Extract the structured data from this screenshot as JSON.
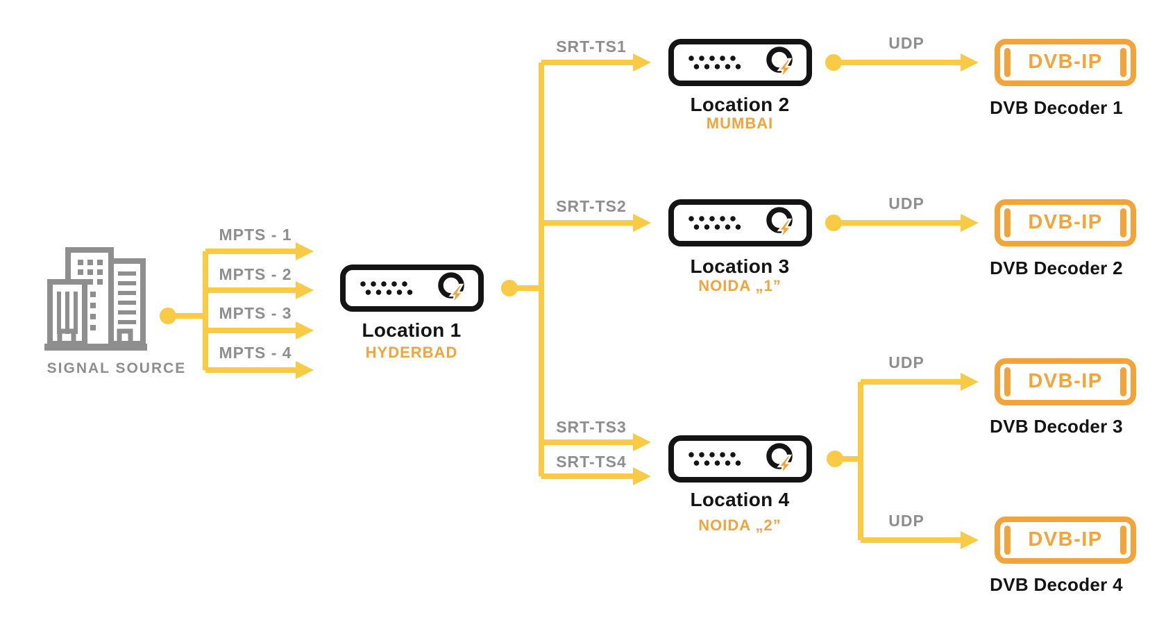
{
  "colors": {
    "line_yellow": "#F9CB45",
    "accent_orange": "#F2A43B",
    "label_gray": "#8E8E8E",
    "node_black": "#141414"
  },
  "source": {
    "label": "SIGNAL SOURCE"
  },
  "feeds": {
    "mpts": [
      {
        "label": "MPTS - 1"
      },
      {
        "label": "MPTS - 2"
      },
      {
        "label": "MPTS - 3"
      },
      {
        "label": "MPTS - 4"
      }
    ],
    "srt": [
      {
        "label": "SRT-TS1"
      },
      {
        "label": "SRT-TS2"
      },
      {
        "label": "SRT-TS3"
      },
      {
        "label": "SRT-TS4"
      }
    ],
    "udp": [
      {
        "label": "UDP"
      },
      {
        "label": "UDP"
      },
      {
        "label": "UDP"
      },
      {
        "label": "UDP"
      }
    ]
  },
  "locations": [
    {
      "name": "Location 1",
      "city": "HYDERBAD"
    },
    {
      "name": "Location 2",
      "city": "MUMBAI"
    },
    {
      "name": "Location 3",
      "city": "NOIDA „1”"
    },
    {
      "name": "Location 4",
      "city": "NOIDA „2”"
    }
  ],
  "decoders": [
    {
      "box_label": "DVB-IP",
      "name": "DVB Decoder 1"
    },
    {
      "box_label": "DVB-IP",
      "name": "DVB Decoder 2"
    },
    {
      "box_label": "DVB-IP",
      "name": "DVB Decoder 3"
    },
    {
      "box_label": "DVB-IP",
      "name": "DVB Decoder 4"
    }
  ]
}
